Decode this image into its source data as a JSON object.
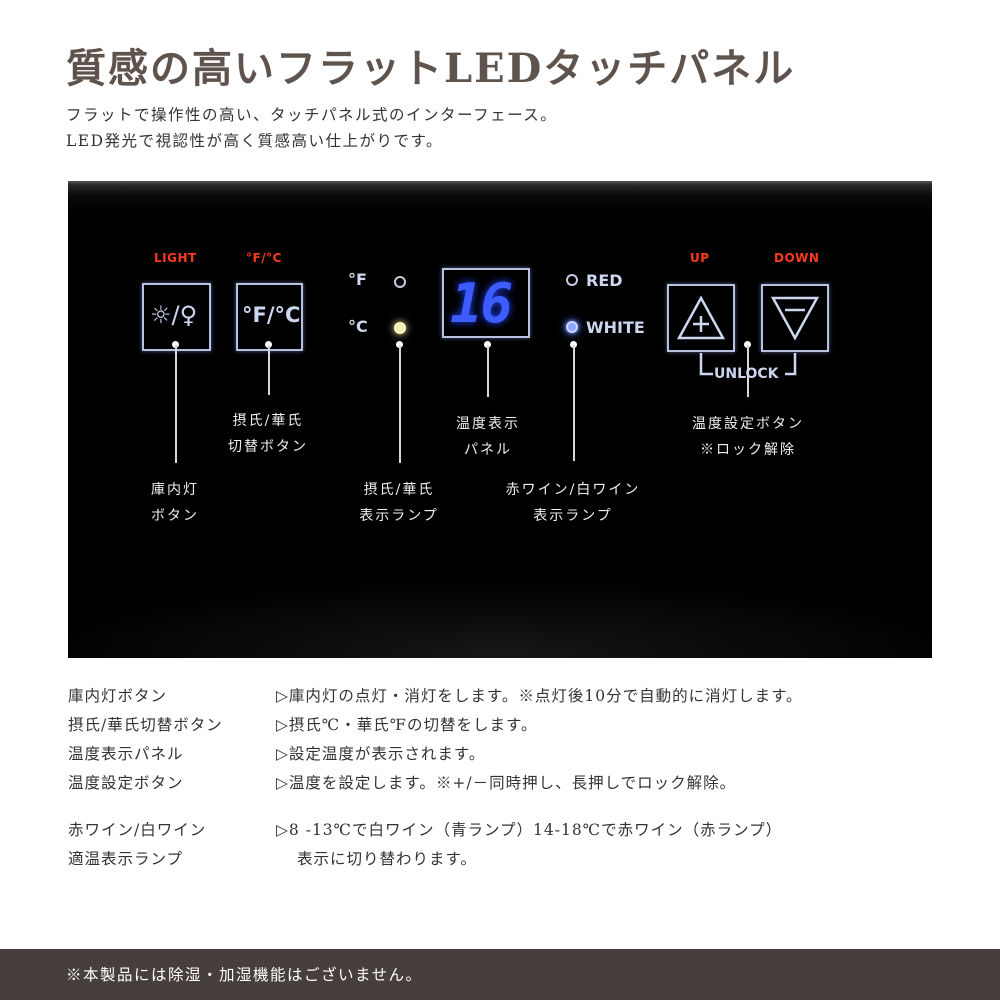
{
  "header": {
    "title": "質感の高いフラットLEDタッチパネル",
    "intro": [
      "フラットで操作性の高い、タッチパネル式のインターフェース。",
      "LED発光で視認性が高く質感高い仕上がりです。"
    ]
  },
  "panel": {
    "keys": {
      "light_label": "LIGHT",
      "light_glyph": "☼/♀",
      "fc_label": "°F/°C",
      "fc_glyph": "°F/°C",
      "up_label": "UP",
      "down_label": "DOWN",
      "unlock": "UNLOCK"
    },
    "indicators": {
      "f": "°F",
      "c": "°C",
      "red": "RED",
      "white": "WHITE",
      "display": "16"
    },
    "annotations": {
      "light_button": [
        "庫内灯",
        "ボタン"
      ],
      "fc_button": [
        "摂氏/華氏",
        "切替ボタン"
      ],
      "fc_lamp": [
        "摂氏/華氏",
        "表示ランプ"
      ],
      "temp_panel": [
        "温度表示",
        "パネル"
      ],
      "wine_lamp": [
        "赤ワイン/白ワイン",
        "表示ランプ"
      ],
      "temp_buttons": [
        "温度設定ボタン",
        "※ロック解除"
      ]
    }
  },
  "descriptions": {
    "rows": [
      {
        "term": "庫内灯ボタン",
        "def": "▷庫内灯の点灯・消灯をします。※点灯後10分で自動的に消灯します。"
      },
      {
        "term": "摂氏/華氏切替ボタン",
        "def": "▷摂氏℃・華氏℉の切替をします。"
      },
      {
        "term": "温度表示パネル",
        "def": "▷設定温度が表示されます。"
      },
      {
        "term": "温度設定ボタン",
        "def": "▷温度を設定します。※+/－同時押し、長押しでロック解除。"
      }
    ],
    "wine": {
      "term1": "赤ワイン/白ワイン",
      "term2": "適温表示ランプ",
      "def1": "▷8 -13℃で白ワイン（青ランプ）14-18℃で赤ワイン（赤ランプ）",
      "def2": "表示に切り替わります。"
    }
  },
  "footer": {
    "note": "※本製品には除湿・加湿機能はございません。"
  },
  "colors": {
    "title": "#5e544d",
    "footer_bg": "#463f3c",
    "key_label": "#ff3a1a",
    "display_digits": "#3c5cff"
  }
}
